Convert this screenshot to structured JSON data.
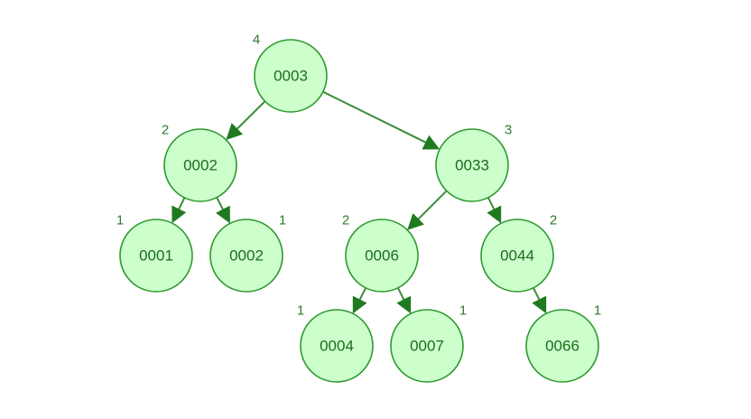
{
  "tree": {
    "nodes": [
      {
        "id": "n0003",
        "label": "0003",
        "height": "4"
      },
      {
        "id": "n0002a",
        "label": "0002",
        "height": "2"
      },
      {
        "id": "n0033",
        "label": "0033",
        "height": "3"
      },
      {
        "id": "n0001",
        "label": "0001",
        "height": "1"
      },
      {
        "id": "n0002b",
        "label": "0002",
        "height": "1"
      },
      {
        "id": "n0006",
        "label": "0006",
        "height": "2"
      },
      {
        "id": "n0044",
        "label": "0044",
        "height": "2"
      },
      {
        "id": "n0004",
        "label": "0004",
        "height": "1"
      },
      {
        "id": "n0007",
        "label": "0007",
        "height": "1"
      },
      {
        "id": "n0066",
        "label": "0066",
        "height": "1"
      }
    ],
    "edges": [
      {
        "from": "n0003",
        "to": "n0002a"
      },
      {
        "from": "n0003",
        "to": "n0033"
      },
      {
        "from": "n0002a",
        "to": "n0001"
      },
      {
        "from": "n0002a",
        "to": "n0002b"
      },
      {
        "from": "n0033",
        "to": "n0006"
      },
      {
        "from": "n0033",
        "to": "n0044"
      },
      {
        "from": "n0006",
        "to": "n0004"
      },
      {
        "from": "n0006",
        "to": "n0007"
      },
      {
        "from": "n0044",
        "to": "n0066"
      }
    ]
  }
}
